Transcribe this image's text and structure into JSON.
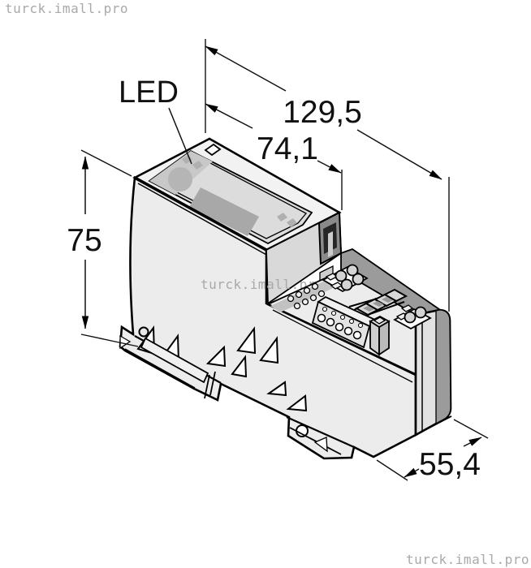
{
  "watermarks": {
    "top_left": "turck.imall.pro",
    "center": "turck.imall.pro",
    "bottom_right": "turck.imall.pro"
  },
  "callouts": {
    "led": "LED"
  },
  "dimensions": {
    "overall_length": "129,5",
    "gateway_length": "74,1",
    "height": "75",
    "depth": "55,4"
  },
  "colors": {
    "background": "#ffffff",
    "line": "#000000",
    "dimension_text": "#111111",
    "watermark": "#a9a9a9",
    "body": "#ececec",
    "top_face": "#f2f2f2",
    "recessed_panel": "#dcdcdc",
    "panel_dark_zone": "#c8c8c8",
    "display_window": "#a8a8a8",
    "side_face": "#d9d9d9",
    "connector_recess": "#8a8a8a",
    "back_wall_band": "#9b9b9b",
    "end_cap": "#e2e2e2",
    "end_cap_dark": "#9b9b9b"
  }
}
